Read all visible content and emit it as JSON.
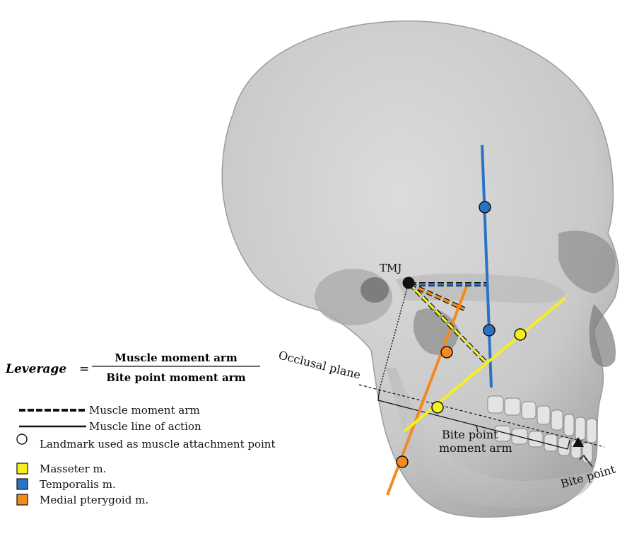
{
  "equation": {
    "lhs": "Leverage",
    "equals": "=",
    "numerator": "Muscle moment arm",
    "denominator": "Bite point moment arm"
  },
  "labels": {
    "tmj": "TMJ",
    "occlusal_plane": "Occlusal plane",
    "bite_point_moment_arm_line1": "Bite point",
    "bite_point_moment_arm_line2": "moment arm",
    "bite_point": "Bite point"
  },
  "legend": {
    "moment_arm": "Muscle  moment arm",
    "line_of_action": "Muscle  line of action",
    "landmark": "Landmark used as muscle attachment point",
    "masseter": "Masseter m.",
    "temporalis": "Temporalis m.",
    "medial_pterygoid": "Medial pterygoid m."
  },
  "colors": {
    "masseter": "#f5ef1e",
    "temporalis": "#2a73c4",
    "medial_pterygoid": "#f28a1e",
    "skull": "#cfcfcf"
  }
}
